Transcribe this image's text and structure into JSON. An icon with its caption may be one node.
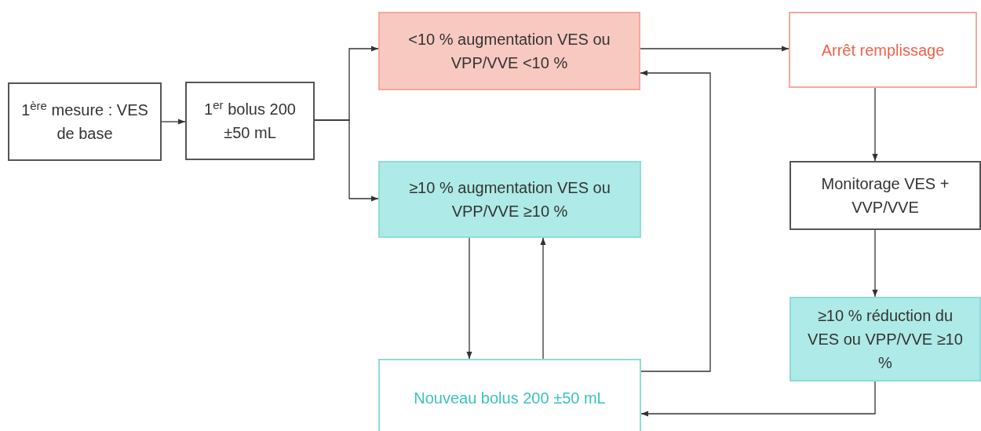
{
  "diagram": {
    "nodes": [
      {
        "text": [
          "1$^{ère}$ mesure : VES de base"
        ]
      },
      {
        "text": [
          "1$^{er}$ bolus 200 ±50 mL"
        ]
      },
      {
        "text": [
          "<10 % augmentation VES ou VPP/VVE <10 %"
        ]
      },
      {
        "text": [
          "Arrêt remplissage"
        ]
      },
      {
        "text": [
          "≥10 % augmentation VES ou VPP/VVE ≥10 %"
        ]
      },
      {
        "text": [
          "Monitorage VES + VVP/VVE"
        ]
      },
      {
        "text": [
          "Nouveau bolus 200 ±50 mL"
        ]
      },
      {
        "text": [
          "≥10 % réduction du VES ou VPP/VVE ≥10 %"
        ]
      }
    ],
    "edges": [
      {
        "from": 0,
        "to": 1,
        "arrow": "to"
      },
      {
        "from": 1,
        "to": 2,
        "arrow": "to"
      },
      {
        "from": 1,
        "to": 4,
        "arrow": "to"
      },
      {
        "from": 2,
        "to": 3,
        "arrow": "to"
      },
      {
        "from": 3,
        "to": 5,
        "arrow": "to"
      },
      {
        "from": 5,
        "to": 7,
        "arrow": "to"
      },
      {
        "from": 7,
        "to": 6,
        "arrow": "to"
      },
      {
        "from": 4,
        "to": 6,
        "arrow": "to"
      },
      {
        "from": 6,
        "to": 4,
        "arrow": "to"
      },
      {
        "from": 6,
        "to": 2,
        "arrow": "to"
      }
    ]
  }
}
